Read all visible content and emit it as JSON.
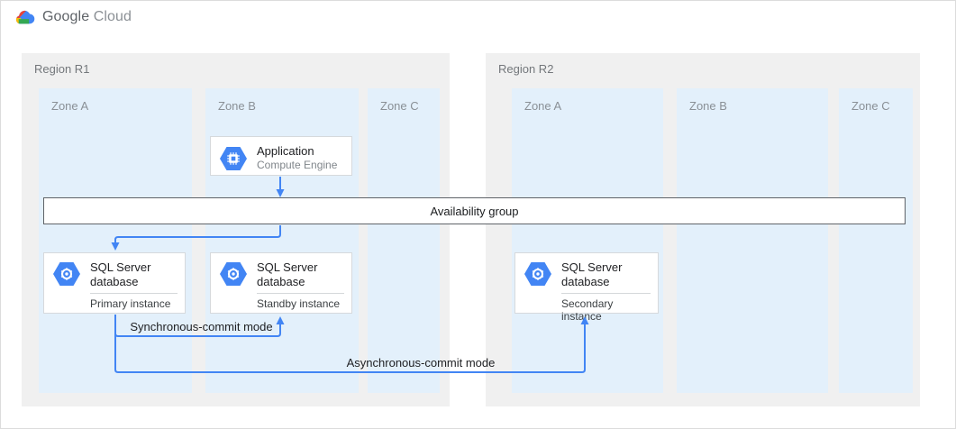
{
  "brand": {
    "name_primary": "Google",
    "name_secondary": "Cloud"
  },
  "regions": [
    {
      "label": "Region R1",
      "zones": [
        {
          "label": "Zone A"
        },
        {
          "label": "Zone B"
        },
        {
          "label": "Zone C"
        }
      ]
    },
    {
      "label": "Region R2",
      "zones": [
        {
          "label": "Zone A"
        },
        {
          "label": "Zone B"
        },
        {
          "label": "Zone C"
        }
      ]
    }
  ],
  "nodes": {
    "application": {
      "title": "Application",
      "subtitle": "Compute Engine"
    },
    "availability_group": {
      "label": "Availability group"
    },
    "sql_primary": {
      "title": "SQL Server database",
      "instance": "Primary instance"
    },
    "sql_standby": {
      "title": "SQL Server database",
      "instance": "Standby instance"
    },
    "sql_secondary": {
      "title": "SQL Server database",
      "instance": "Secondary instance"
    }
  },
  "edges": {
    "sync": {
      "label": "Synchronous-commit mode"
    },
    "async": {
      "label": "Asynchronous-commit mode"
    }
  },
  "icons": {
    "logo": "google-cloud-logo",
    "application": "compute-engine-icon",
    "database": "cloud-sql-icon"
  },
  "colors": {
    "arrow_blue": "#4285f4",
    "hexagon_blue": "#4285f4",
    "zone_fill": "#e3f0fb",
    "region_fill": "#f0f0f0",
    "bar_border": "#5f6368",
    "logo_red": "#ea4335",
    "logo_yellow": "#fbbc05",
    "logo_green": "#34a853"
  }
}
